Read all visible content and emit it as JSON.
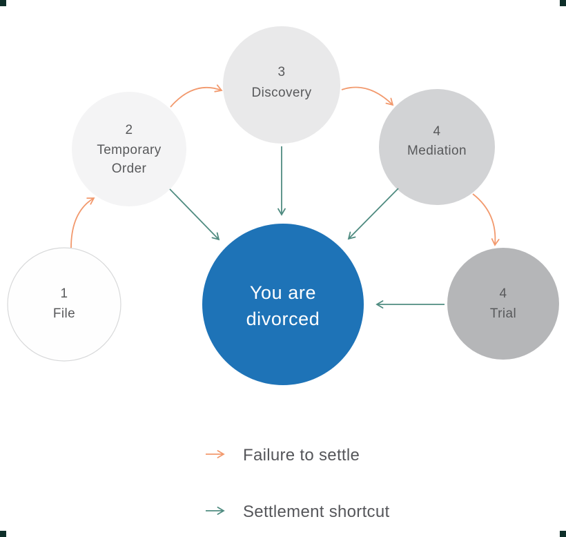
{
  "diagram": {
    "nodes": {
      "file": {
        "number": "1",
        "label": "File"
      },
      "temporary_order": {
        "number": "2",
        "label_line1": "Temporary",
        "label_line2": "Order"
      },
      "discovery": {
        "number": "3",
        "label": "Discovery"
      },
      "mediation": {
        "number": "4",
        "label": "Mediation"
      },
      "trial": {
        "number": "4",
        "label": "Trial"
      },
      "divorced": {
        "label_line1": "You are",
        "label_line2": "divorced"
      }
    },
    "legend": {
      "failure_label": "Failure to settle",
      "settlement_label": "Settlement shortcut"
    },
    "colors": {
      "failure_arrow": "#f2996d",
      "settlement_arrow": "#4f8b80",
      "divorced_fill": "#1e73b7",
      "node_text": "#58595b"
    }
  }
}
